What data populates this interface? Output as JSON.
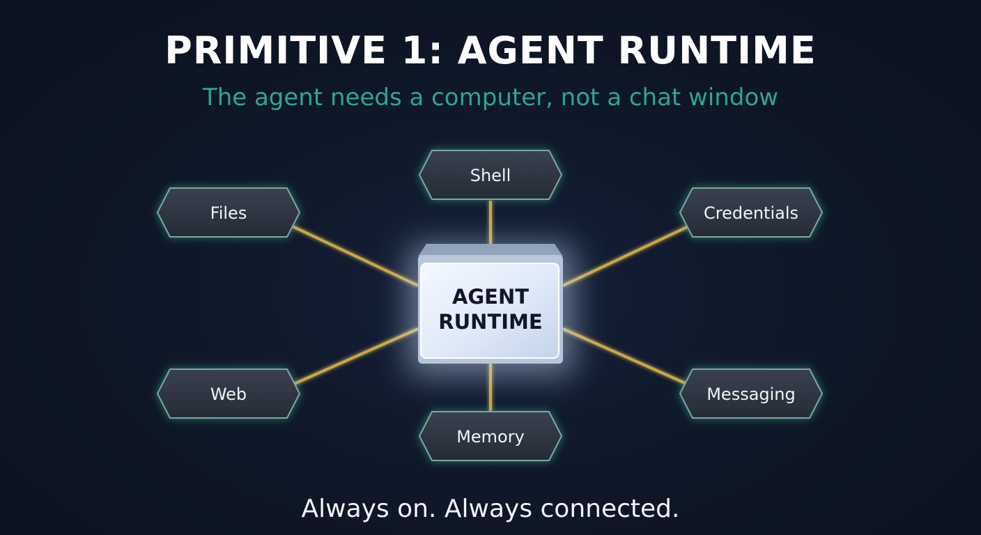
{
  "title": "PRIMITIVE 1: AGENT RUNTIME",
  "subtitle": "The agent needs a computer, not a chat window",
  "footer": "Always on. Always connected.",
  "center": {
    "line1": "AGENT",
    "line2": "RUNTIME"
  },
  "nodes": {
    "shell": "Shell",
    "files": "Files",
    "credentials": "Credentials",
    "web": "Web",
    "messaging": "Messaging",
    "memory": "Memory"
  },
  "colors": {
    "background": "#0e1624",
    "title": "#ffffff",
    "subtitle": "#2fa58f",
    "connector": "#c9a84a",
    "node_glow": "#3fbfa0",
    "center_glow": "#cfe3ff"
  }
}
